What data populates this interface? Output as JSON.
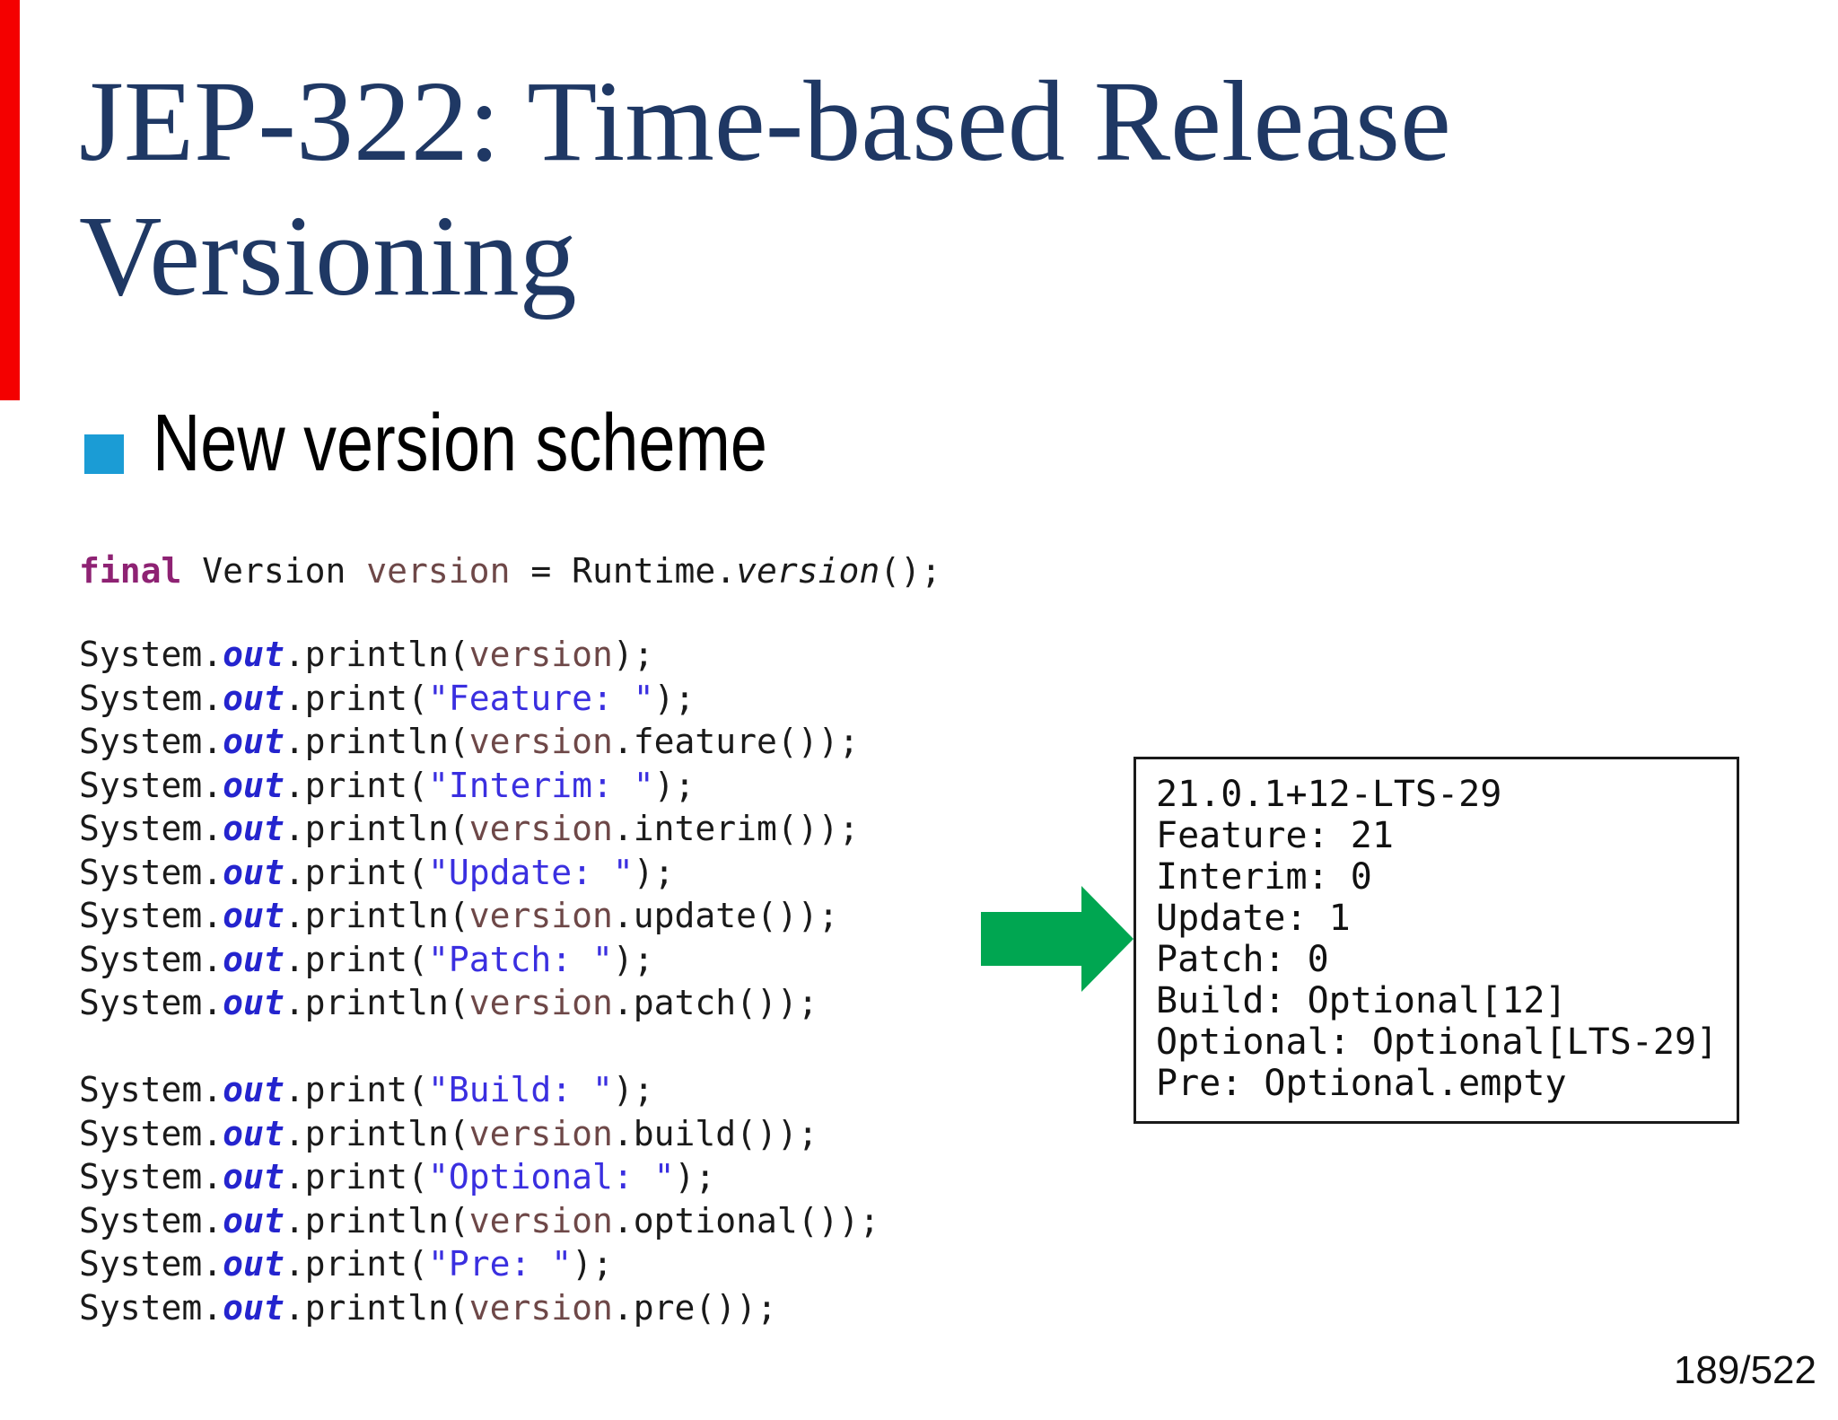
{
  "colors": {
    "title": "#1F3864",
    "bullet": "#1B9CD5",
    "arrow": "#00A651",
    "accent-red": "#F40000",
    "code-plain": "#1A1A1A",
    "code-keyword": "#8E2273",
    "code-field": "#2424CE",
    "code-string": "#3A2FE0",
    "code-var": "#6E4848",
    "box-border": "#1A1A1A"
  },
  "title": {
    "line1": "JEP-322: Time-based Release",
    "line2": "Versioning"
  },
  "heading": {
    "label": "New version scheme"
  },
  "code": {
    "declaration": [
      [
        [
          "k",
          "final"
        ],
        [
          "p",
          " Version "
        ],
        [
          "v",
          "version"
        ],
        [
          "p",
          " = Runtime."
        ],
        [
          "m",
          "version"
        ],
        [
          "p",
          "();"
        ]
      ]
    ],
    "print_block": [
      [
        [
          "p",
          "System."
        ],
        [
          "o",
          "out"
        ],
        [
          "p",
          ".println("
        ],
        [
          "v",
          "version"
        ],
        [
          "p",
          ");"
        ]
      ],
      [
        [
          "p",
          "System."
        ],
        [
          "o",
          "out"
        ],
        [
          "p",
          ".print("
        ],
        [
          "s",
          "\"Feature: \""
        ],
        [
          "p",
          ");"
        ]
      ],
      [
        [
          "p",
          "System."
        ],
        [
          "o",
          "out"
        ],
        [
          "p",
          ".println("
        ],
        [
          "v",
          "version"
        ],
        [
          "p",
          ".feature());"
        ]
      ],
      [
        [
          "p",
          "System."
        ],
        [
          "o",
          "out"
        ],
        [
          "p",
          ".print("
        ],
        [
          "s",
          "\"Interim: \""
        ],
        [
          "p",
          ");"
        ]
      ],
      [
        [
          "p",
          "System."
        ],
        [
          "o",
          "out"
        ],
        [
          "p",
          ".println("
        ],
        [
          "v",
          "version"
        ],
        [
          "p",
          ".interim());"
        ]
      ],
      [
        [
          "p",
          "System."
        ],
        [
          "o",
          "out"
        ],
        [
          "p",
          ".print("
        ],
        [
          "s",
          "\"Update: \""
        ],
        [
          "p",
          ");"
        ]
      ],
      [
        [
          "p",
          "System."
        ],
        [
          "o",
          "out"
        ],
        [
          "p",
          ".println("
        ],
        [
          "v",
          "version"
        ],
        [
          "p",
          ".update());"
        ]
      ],
      [
        [
          "p",
          "System."
        ],
        [
          "o",
          "out"
        ],
        [
          "p",
          ".print("
        ],
        [
          "s",
          "\"Patch: \""
        ],
        [
          "p",
          ");"
        ]
      ],
      [
        [
          "p",
          "System."
        ],
        [
          "o",
          "out"
        ],
        [
          "p",
          ".println("
        ],
        [
          "v",
          "version"
        ],
        [
          "p",
          ".patch());"
        ]
      ]
    ],
    "print_block2": [
      [
        [
          "p",
          "System."
        ],
        [
          "o",
          "out"
        ],
        [
          "p",
          ".print("
        ],
        [
          "s",
          "\"Build: \""
        ],
        [
          "p",
          ");"
        ]
      ],
      [
        [
          "p",
          "System."
        ],
        [
          "o",
          "out"
        ],
        [
          "p",
          ".println("
        ],
        [
          "v",
          "version"
        ],
        [
          "p",
          ".build());"
        ]
      ],
      [
        [
          "p",
          "System."
        ],
        [
          "o",
          "out"
        ],
        [
          "p",
          ".print("
        ],
        [
          "s",
          "\"Optional: \""
        ],
        [
          "p",
          ");"
        ]
      ],
      [
        [
          "p",
          "System."
        ],
        [
          "o",
          "out"
        ],
        [
          "p",
          ".println("
        ],
        [
          "v",
          "version"
        ],
        [
          "p",
          ".optional());"
        ]
      ],
      [
        [
          "p",
          "System."
        ],
        [
          "o",
          "out"
        ],
        [
          "p",
          ".print("
        ],
        [
          "s",
          "\"Pre: \""
        ],
        [
          "p",
          ");"
        ]
      ],
      [
        [
          "p",
          "System."
        ],
        [
          "o",
          "out"
        ],
        [
          "p",
          ".println("
        ],
        [
          "v",
          "version"
        ],
        [
          "p",
          ".pre());"
        ]
      ]
    ]
  },
  "output_box": {
    "lines": [
      "21.0.1+12-LTS-29",
      "Feature: 21",
      "Interim: 0",
      "Update: 1",
      "Patch: 0",
      "Build: Optional[12]",
      "Optional: Optional[LTS-29]",
      "Pre: Optional.empty"
    ]
  },
  "footer": {
    "page_number": "189/522"
  }
}
